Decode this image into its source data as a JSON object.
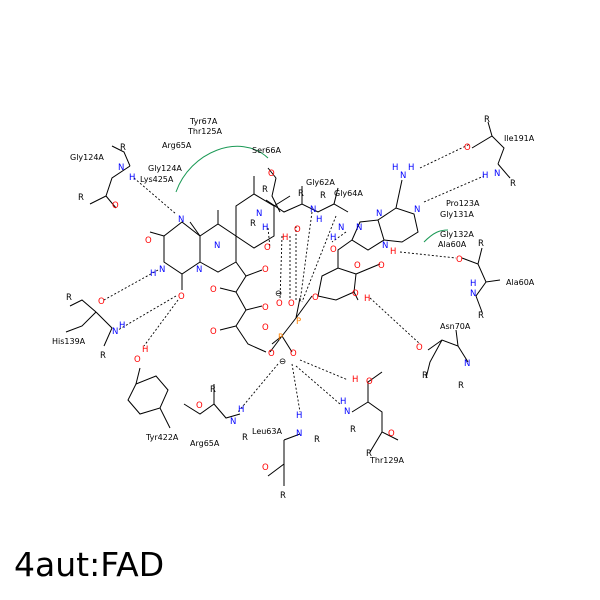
{
  "title": "4aut:FAD",
  "colors": {
    "bond": "#000000",
    "nitrogen": "#0000ff",
    "oxygen": "#ff0000",
    "phosphorus": "#ff8000",
    "hydrophobic": "#1a9955"
  },
  "residue_labels": [
    {
      "key": "tyr67",
      "text": "Tyr67A",
      "color": "hydrophobic"
    },
    {
      "key": "thr125",
      "text": "Thr125A",
      "color": "hydrophobic"
    },
    {
      "key": "arg65h",
      "text": "Arg65A",
      "color": "hydrophobic"
    },
    {
      "key": "gly124h",
      "text": "Gly124A",
      "color": "hydrophobic"
    },
    {
      "key": "lys425",
      "text": "Lys425A",
      "color": "hydrophobic"
    },
    {
      "key": "pro123",
      "text": "Pro123A",
      "color": "hydrophobic"
    },
    {
      "key": "gly131",
      "text": "Gly131A",
      "color": "hydrophobic"
    },
    {
      "key": "gly132",
      "text": "Gly132A",
      "color": "hydrophobic"
    },
    {
      "key": "ala60h",
      "text": "Ala60A",
      "color": "hydrophobic"
    },
    {
      "key": "gly124",
      "text": "Gly124A",
      "color": "bond"
    },
    {
      "key": "ser66",
      "text": "Ser66A",
      "color": "bond"
    },
    {
      "key": "gly62",
      "text": "Gly62A",
      "color": "bond"
    },
    {
      "key": "gly64",
      "text": "Gly64A",
      "color": "bond"
    },
    {
      "key": "ile191",
      "text": "Ile191A",
      "color": "bond"
    },
    {
      "key": "ala60",
      "text": "Ala60A",
      "color": "bond"
    },
    {
      "key": "asn70",
      "text": "Asn70A",
      "color": "bond"
    },
    {
      "key": "his139",
      "text": "His139A",
      "color": "bond"
    },
    {
      "key": "tyr422",
      "text": "Tyr422A",
      "color": "bond"
    },
    {
      "key": "arg65",
      "text": "Arg65A",
      "color": "bond"
    },
    {
      "key": "leu63",
      "text": "Leu63A",
      "color": "bond"
    },
    {
      "key": "thr129",
      "text": "Thr129A",
      "color": "bond"
    }
  ],
  "atom_symbols": {
    "N": "N",
    "O": "O",
    "H": "H",
    "P": "P",
    "R": "R",
    "minus": "⊖"
  }
}
